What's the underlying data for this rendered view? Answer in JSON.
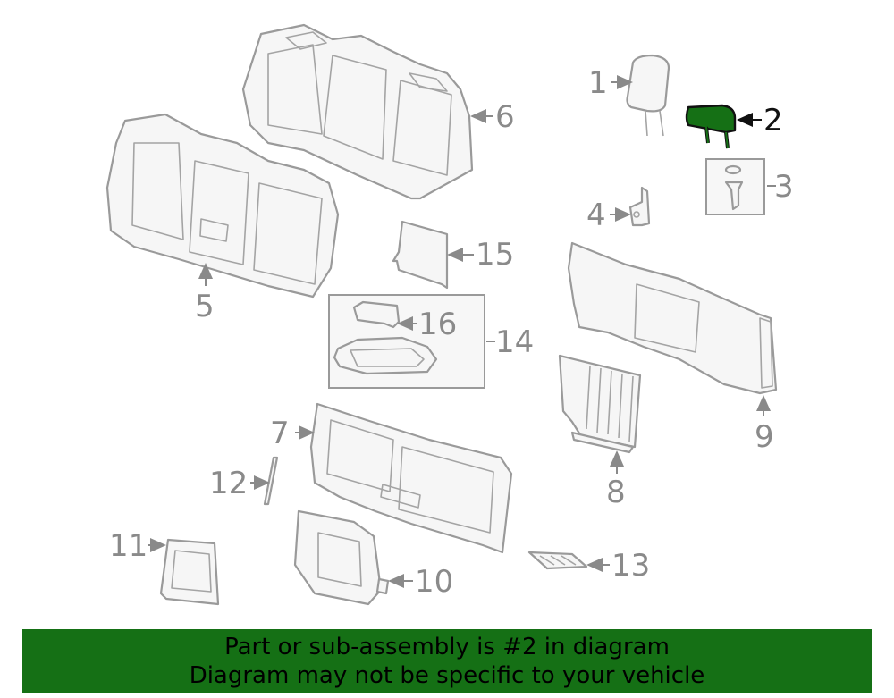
{
  "diagram": {
    "highlighted_part": "2",
    "highlight_color": "#157015",
    "callouts": [
      "1",
      "2",
      "3",
      "4",
      "5",
      "6",
      "7",
      "8",
      "9",
      "10",
      "11",
      "12",
      "13",
      "14",
      "15",
      "16"
    ]
  },
  "banner": {
    "line1": "Part or sub-assembly is #2 in diagram",
    "line2": "Diagram may not be specific to your vehicle",
    "background": "#157015"
  }
}
